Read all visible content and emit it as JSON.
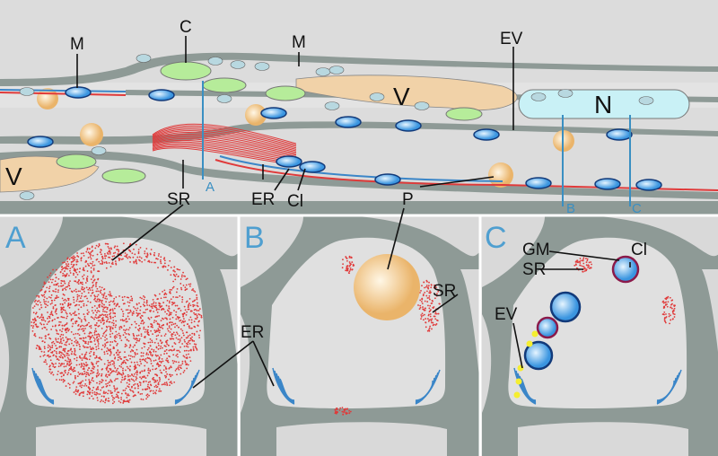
{
  "top_labels": {
    "M1": "M",
    "C": "C",
    "M2": "M",
    "EV": "EV",
    "V1": "V",
    "N": "N",
    "V2": "V",
    "SR": "SR",
    "ER": "ER",
    "Cl": "Cl",
    "P": "P"
  },
  "cut_labels": {
    "A": "A",
    "B": "B",
    "C": "C"
  },
  "panels": [
    {
      "letter": "A",
      "labels": {
        "ER": "ER"
      }
    },
    {
      "letter": "B",
      "labels": {
        "SR": "SR"
      }
    },
    {
      "letter": "C",
      "labels": {
        "GM": "GM",
        "Cl": "Cl",
        "SR": "SR",
        "EV": "EV"
      }
    }
  ],
  "colors": {
    "wall": "#8e9a96",
    "background": "#d9d9d9",
    "cell": "#e0e0e0",
    "sr": "#e03a3a",
    "er": "#3b86c8",
    "vacuole": "#f1d2a8",
    "chloroplast": "#b6ec9a",
    "nucleus": "#c9f1f6",
    "cytoplasm": "#9ee8cf",
    "cut_line": "#3a8fc2"
  }
}
